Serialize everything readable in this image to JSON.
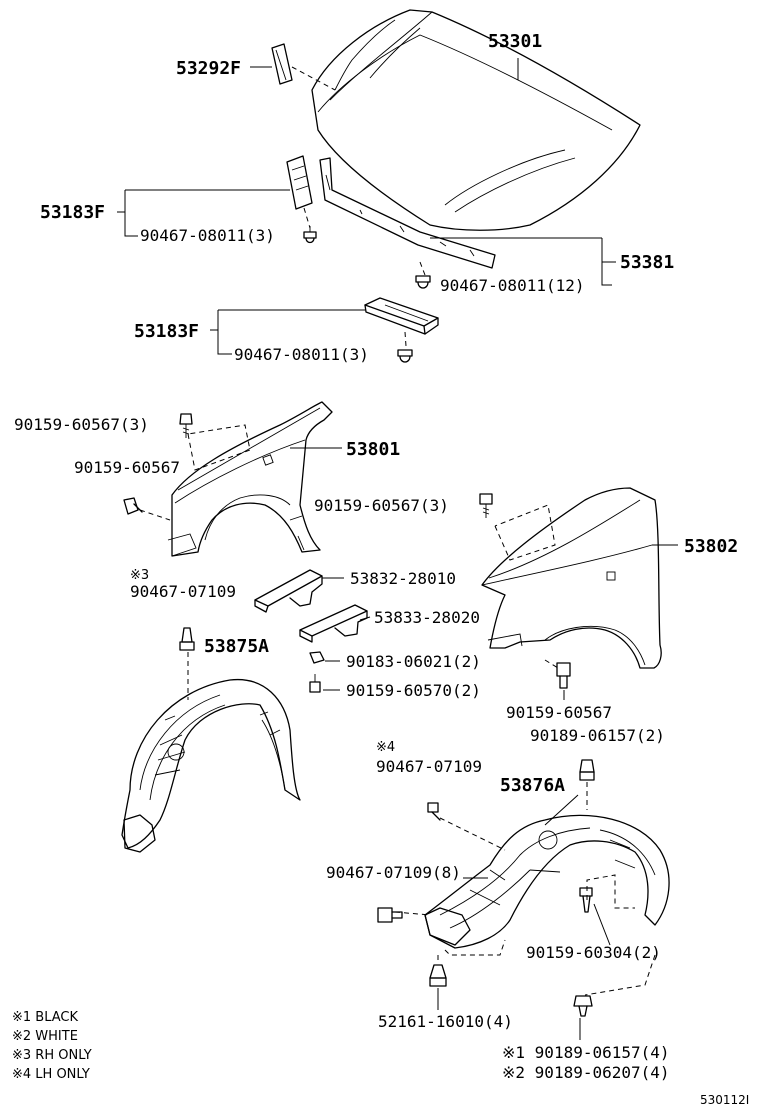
{
  "parts": {
    "hood": "53301",
    "hood_seal": "53292F",
    "hood_lock_support_upper": "53183F",
    "clip_a": "90467-08011(3)",
    "hood_lock_support_lower": "53183F",
    "clip_b": "90467-08011(3)",
    "hood_seal_rear": "53381",
    "clip_c": "90467-08011(12)",
    "bolt_lh_fender_top": "90159-60567(3)",
    "bolt_lh_fender_side": "90159-60567",
    "fender_lh": "53801",
    "bolt_rh_fender_top": "90159-60567(3)",
    "fender_rh": "53802",
    "note3_mark": "※3",
    "clip_rh_liner": "90467-07109",
    "bracket_1": "53832-28010",
    "bracket_2": "53833-28020",
    "nut": "90183-06021(2)",
    "bolt_bracket": "90159-60570(2)",
    "liner_rh": "53875A",
    "bolt_rh_fender_bottom": "90159-60567",
    "note4_mark": "※4",
    "clip_lh_liner": "90467-07109",
    "screw_lh_liner_top": "90189-06157(2)",
    "liner_lh": "53876A",
    "clip_lh_liner_side": "90467-07109(8)",
    "bolt_lh_liner": "90159-60304(2)",
    "clip_bottom": "52161-16010(4)",
    "screw_black": "※1 90189-06157(4)",
    "screw_white": "※2 90189-06207(4)"
  },
  "notes": [
    "※1 BLACK",
    "※2 WHITE",
    "※3 RH ONLY",
    "※4 LH ONLY"
  ],
  "diagram_code": "530112I"
}
